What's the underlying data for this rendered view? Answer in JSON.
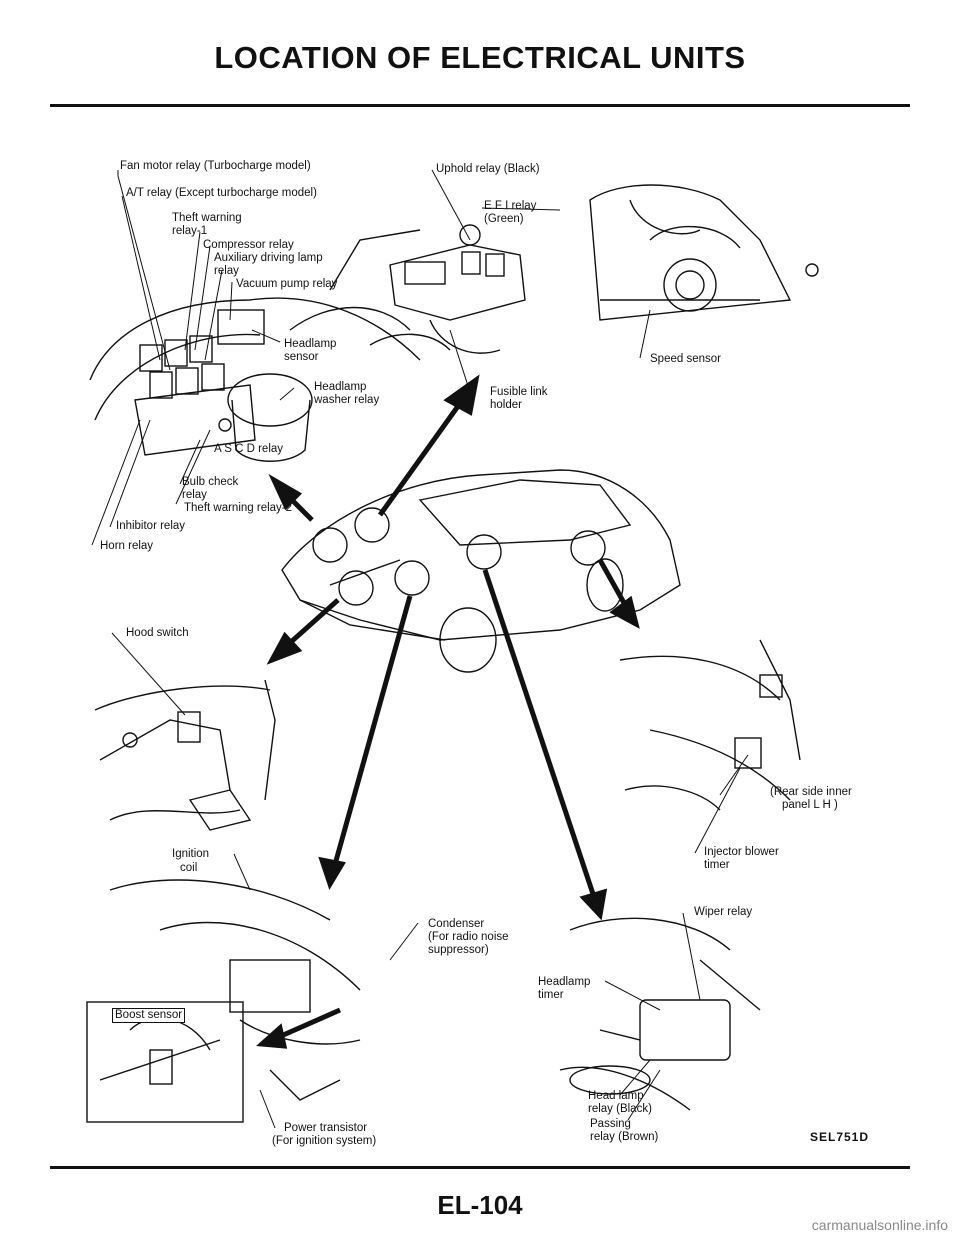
{
  "title": "LOCATION OF ELECTRICAL UNITS",
  "page_number": "EL-104",
  "figure_ref": "SEL751D",
  "watermark": "carmanualsonline.info",
  "labels": {
    "fan_motor_relay": "Fan motor relay (Turbocharge model)",
    "at_relay": "A/T relay (Except turbocharge model)",
    "theft_warning_relay_1a": "Theft warning",
    "theft_warning_relay_1b": "relay-1",
    "compressor_relay": "Compressor relay",
    "aux_driving_lamp_relay_a": "Auxiliary driving lamp",
    "aux_driving_lamp_relay_b": "relay",
    "vacuum_pump_relay": "Vacuum pump relay",
    "uphold_relay": "Uphold relay (Black)",
    "efi_relay_a": "E F I relay",
    "efi_relay_b": "(Green)",
    "headlamp_sensor_a": "Headlamp",
    "headlamp_sensor_b": "sensor",
    "headlamp_washer_relay_a": "Headlamp",
    "headlamp_washer_relay_b": "washer relay",
    "ascd_relay": "A S C D relay",
    "fusible_link_holder_a": "Fusible link",
    "fusible_link_holder_b": "holder",
    "speed_sensor": "Speed sensor",
    "bulb_check_relay_a": "Bulb check",
    "bulb_check_relay_b": "relay",
    "theft_warning_relay_2": "Theft warning relay-2",
    "inhibitor_relay": "Inhibitor relay",
    "horn_relay": "Horn relay",
    "hood_switch": "Hood switch",
    "rear_side_inner_panel_a": "(Rear side inner",
    "rear_side_inner_panel_b": "panel L H )",
    "injector_blower_timer_a": "Injector blower",
    "injector_blower_timer_b": "timer",
    "ignition_coil_a": "Ignition",
    "ignition_coil_b": "coil",
    "condenser_a": "Condenser",
    "condenser_b": "(For radio noise",
    "condenser_c": "suppressor)",
    "boost_sensor": "Boost sensor",
    "power_transistor_a": "Power transistor",
    "power_transistor_b": "(For ignition system)",
    "wiper_relay": "Wiper relay",
    "headlamp_timer_a": "Headlamp",
    "headlamp_timer_b": "timer",
    "headlamp_relay_a": "Head lamp",
    "headlamp_relay_b": "relay (Black)",
    "passing_relay_a": "Passing",
    "passing_relay_b": "relay (Brown)"
  }
}
